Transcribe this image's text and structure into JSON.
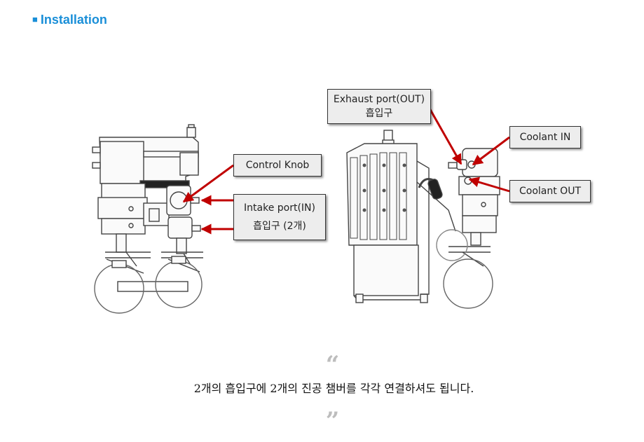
{
  "header": {
    "bullet": "■",
    "title": "Installation"
  },
  "labels": {
    "control_knob": "Control Knob",
    "intake_port_line1": "Intake port(IN)",
    "intake_port_line2": "흡입구 (2개)",
    "exhaust_port_line1": "Exhaust port(OUT)",
    "exhaust_port_line2": "흡입구",
    "coolant_in": "Coolant IN",
    "coolant_out": "Coolant OUT"
  },
  "caption": {
    "open_quote": "“",
    "text": "2개의 흡입구에 2개의 진공 챔버를 각각 연결하셔도 됩니다.",
    "close_quote": "”"
  },
  "colors": {
    "title": "#1a8fd8",
    "arrow": "#c00000",
    "line_art": "#444444"
  }
}
